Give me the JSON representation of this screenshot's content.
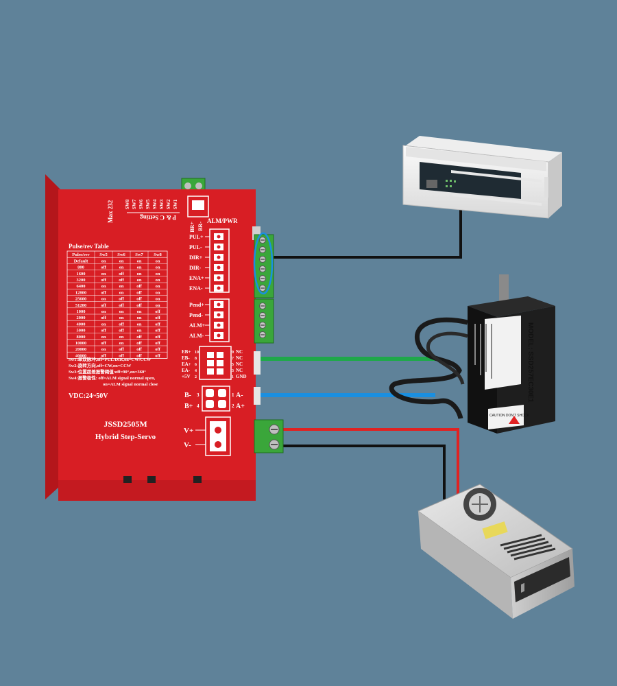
{
  "driver": {
    "model": "JSSD2505M",
    "subtitle": "Hybrid Step-Servo",
    "vdc": "VDC:24~50V",
    "max232": "Max 232",
    "pc_setting": "P & C Setting",
    "sw_labels": [
      "SW8",
      "SW7",
      "SW6",
      "SW5",
      "SW4",
      "SW3",
      "SW2",
      "SW1"
    ],
    "br_labels": [
      "BR+",
      "BR-"
    ],
    "alm_pwr": "ALM/PWR",
    "input_labels": [
      "PUL+",
      "PUL-",
      "DIR+",
      "DIR-",
      "ENA+",
      "ENA-"
    ],
    "output_labels": [
      "Pend+",
      "Pend-",
      "ALM+",
      "ALM-"
    ],
    "encoder_left": [
      "EB+",
      "EB-",
      "EA+",
      "EA-",
      "+5V"
    ],
    "encoder_pins_left": [
      "10",
      "8",
      "6",
      "4",
      "2"
    ],
    "encoder_right": [
      "NC",
      "NC",
      "NC",
      "NC",
      "GND"
    ],
    "encoder_pins_right": [
      "9",
      "7",
      "5",
      "3",
      "1"
    ],
    "motor_left": [
      "B-",
      "B+"
    ],
    "motor_pins_left": [
      "3",
      "4"
    ],
    "motor_right": [
      "A-",
      "A+"
    ],
    "motor_pins_right": [
      "1",
      "2"
    ],
    "power_labels": [
      "V+",
      "V-"
    ],
    "table": {
      "title": "Pulse/rev Table",
      "headers": [
        "Pulse/rev",
        "Sw5",
        "Sw6",
        "Sw7",
        "Sw8"
      ],
      "rows": [
        [
          "Default",
          "on",
          "on",
          "on",
          "on"
        ],
        [
          "800",
          "off",
          "on",
          "on",
          "on"
        ],
        [
          "1600",
          "on",
          "off",
          "on",
          "on"
        ],
        [
          "3200",
          "off",
          "off",
          "on",
          "on"
        ],
        [
          "6400",
          "on",
          "on",
          "off",
          "on"
        ],
        [
          "12800",
          "off",
          "on",
          "off",
          "on"
        ],
        [
          "25600",
          "on",
          "off",
          "off",
          "on"
        ],
        [
          "51200",
          "off",
          "off",
          "off",
          "on"
        ],
        [
          "1000",
          "on",
          "on",
          "on",
          "off"
        ],
        [
          "2000",
          "off",
          "on",
          "on",
          "off"
        ],
        [
          "4000",
          "on",
          "off",
          "on",
          "off"
        ],
        [
          "5000",
          "off",
          "off",
          "on",
          "off"
        ],
        [
          "8000",
          "on",
          "on",
          "off",
          "off"
        ],
        [
          "10000",
          "off",
          "on",
          "off",
          "off"
        ],
        [
          "20000",
          "on",
          "off",
          "off",
          "off"
        ],
        [
          "40000",
          "off",
          "off",
          "off",
          "off"
        ]
      ]
    },
    "notes": [
      "Sw1:单双脉冲,off=PUL/DIR,on=CW/CCW",
      "Sw2:旋转方向,off=CW,on=CCW",
      "Sw3:位置超差报警阈值:off=90°,on=360°",
      "Sw4:报警极性: off=ALM signal normal open,",
      "on=ALM signal normal close"
    ]
  },
  "motor": {
    "model": "MODEL: SSD257EC30E1",
    "caution": "CAUTION DON'T SHOCK"
  },
  "wires": {
    "plc_color": "#111111",
    "encoder_color": "#1fa84a",
    "phase_color": "#1a8fe0",
    "vplus_color": "#e02222",
    "vminus_color": "#111111"
  },
  "colors": {
    "background": "#5f8299",
    "driver": "#d81e24",
    "terminal": "#3aa63a"
  }
}
